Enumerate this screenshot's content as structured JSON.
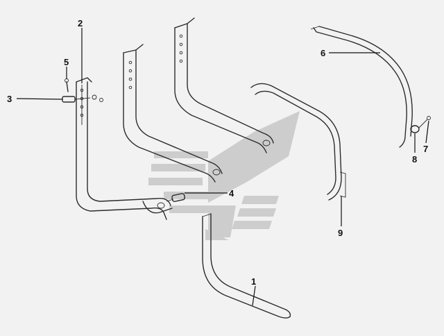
{
  "diagram": {
    "background": "#f2f2f2",
    "line_color": "#2b2b2b",
    "watermark_color": "#c9c9c9",
    "callouts": [
      {
        "id": "c1",
        "label": "1"
      },
      {
        "id": "c2",
        "label": "2"
      },
      {
        "id": "c3",
        "label": "3"
      },
      {
        "id": "c4",
        "label": "4"
      },
      {
        "id": "c5",
        "label": "5"
      },
      {
        "id": "c6",
        "label": "6"
      },
      {
        "id": "c7",
        "label": "7"
      },
      {
        "id": "c8",
        "label": "8"
      },
      {
        "id": "c9",
        "label": "9"
      }
    ]
  }
}
